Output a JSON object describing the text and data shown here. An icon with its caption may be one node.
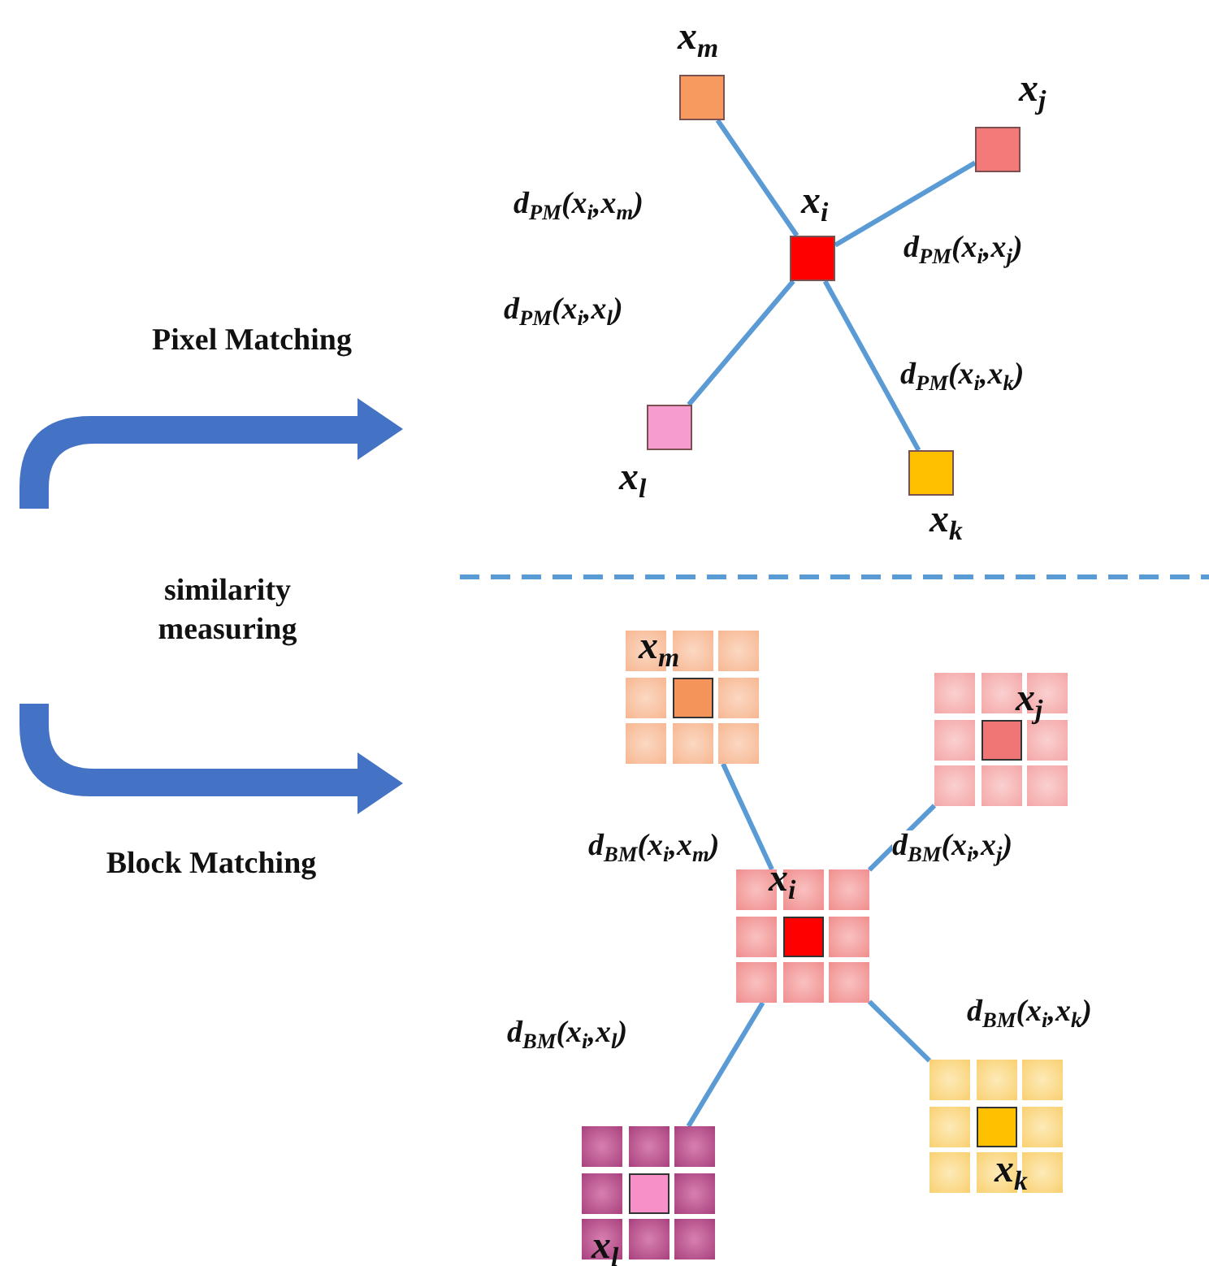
{
  "diagram": {
    "nodes": [
      {
        "text": [
          "x$_{m}$"
        ]
      },
      {
        "text": [
          "x$_{j}$"
        ]
      },
      {
        "text": [
          "x$_{i}$"
        ]
      },
      {
        "text": [
          "x$_{l}$"
        ]
      },
      {
        "text": [
          "x$_{k}$"
        ]
      },
      {
        "text": [
          "x$_{m}$"
        ]
      },
      {
        "text": [
          "x$_{j}$"
        ]
      },
      {
        "text": [
          "x$_{i}$"
        ]
      },
      {
        "text": [
          "x$_{l}$"
        ]
      },
      {
        "text": [
          "x$_{k}$"
        ]
      }
    ],
    "edges": [
      {
        "from": 2,
        "to": 0,
        "arrow": "none",
        "label": "d$_{PM}$(x$_{i}$,x$_{m}$)"
      },
      {
        "from": 2,
        "to": 1,
        "arrow": "none",
        "label": "d$_{PM}$(x$_{i}$,x$_{j}$)"
      },
      {
        "from": 2,
        "to": 3,
        "arrow": "none",
        "label": "d$_{PM}$(x$_{i}$,x$_{l}$)"
      },
      {
        "from": 2,
        "to": 4,
        "arrow": "none",
        "label": "d$_{PM}$(x$_{i}$,x$_{k}$)"
      },
      {
        "from": 7,
        "to": 5,
        "arrow": "none",
        "label": "d$_{BM}$(x$_{i}$,x$_{m}$)"
      },
      {
        "from": 7,
        "to": 6,
        "arrow": "none",
        "label": "d$_{BM}$(x$_{i}$,x$_{j}$)"
      },
      {
        "from": 7,
        "to": 8,
        "arrow": "none",
        "label": "d$_{BM}$(x$_{i}$,x$_{l}$)"
      },
      {
        "from": 7,
        "to": 9,
        "arrow": "none",
        "label": "d$_{BM}$(x$_{i}$,x$_{k}$)"
      }
    ],
    "labels": [
      "Pixel Matching",
      "similarity measuring",
      "Block Matching"
    ]
  }
}
